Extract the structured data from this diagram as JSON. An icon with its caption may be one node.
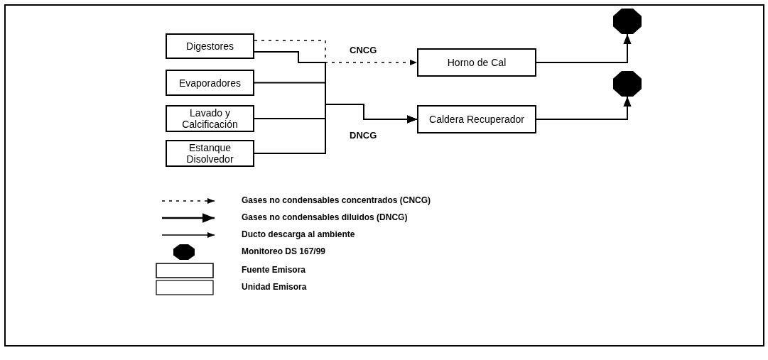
{
  "diagram": {
    "nodes": [
      {
        "text": [
          "Digestores"
        ]
      },
      {
        "text": [
          "Evaporadores"
        ]
      },
      {
        "text": [
          "Lavado y Calcificación"
        ]
      },
      {
        "text": [
          "Estanque Disolvedor"
        ]
      },
      {
        "text": [
          "Horno de Cal"
        ]
      },
      {
        "text": [
          "Caldera Recuperador"
        ]
      },
      {
        "text": [],
        "shape": "octagon"
      },
      {
        "text": [],
        "shape": "octagon"
      }
    ],
    "edges": [
      {
        "from": 0,
        "to": 4,
        "arrow": "to",
        "style": "dashed",
        "label": "CNCG"
      },
      {
        "from": 0,
        "to": 5,
        "arrow": "to",
        "label": "DNCG"
      },
      {
        "from": 1,
        "to": 5,
        "arrow": "to"
      },
      {
        "from": 2,
        "to": 5,
        "arrow": "to"
      },
      {
        "from": 3,
        "to": 5,
        "arrow": "to"
      },
      {
        "from": 4,
        "to": 6,
        "arrow": "to"
      },
      {
        "from": 5,
        "to": 7,
        "arrow": "to"
      }
    ],
    "legend": [
      {
        "text": "Gases no condensables concentrados (CNCG)"
      },
      {
        "text": "Gases no condensables diluidos (DNCG)"
      },
      {
        "text": "Ducto descarga al ambiente"
      },
      {
        "text": "Monitoreo DS 167/99"
      },
      {
        "text": "Fuente Emisora"
      },
      {
        "text": "Unidad Emisora"
      }
    ]
  }
}
